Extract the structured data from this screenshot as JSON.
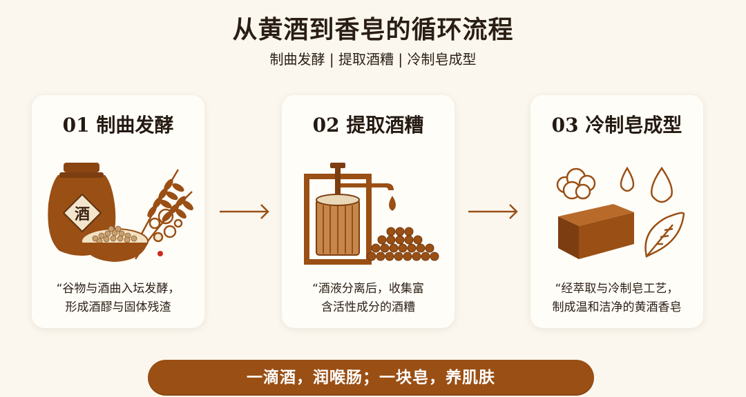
{
  "title": "从黄酒到香皂的循环流程",
  "subtitle": "制曲发酵 | 提取酒糟 | 冷制皂成型",
  "steps": [
    {
      "title": "01 制曲发酵",
      "desc_line1": "“谷物与酒曲入坛发酵，",
      "desc_line2": "形成酒醪与固体残渣",
      "jar_label": "酒",
      "icons": [
        "wine-jar-icon",
        "wheat-icon",
        "grain-bowl-icon",
        "bubbles-icon"
      ]
    },
    {
      "title": "02 提取酒糟",
      "desc_line1": "“酒液分离后，收集富",
      "desc_line2": "含活性成分的酒糟",
      "icons": [
        "press-icon",
        "drop-icon",
        "lees-pile-icon"
      ]
    },
    {
      "title": "03 冷制皂成型",
      "desc_line1": "“经萃取与冷制皂工艺，",
      "desc_line2": "制成温和洁净的黄酒香皂",
      "icons": [
        "cotton-icon",
        "drop-icon",
        "soap-bar-icon",
        "leaf-icon"
      ]
    }
  ],
  "banner": "一滴酒，润喉肠；一块皂，养肌肤",
  "colors": {
    "brown": "#9a4f14",
    "dark_brown": "#5e3312",
    "beige": "#e9d8b8",
    "accent_red": "#cc2a1e"
  }
}
